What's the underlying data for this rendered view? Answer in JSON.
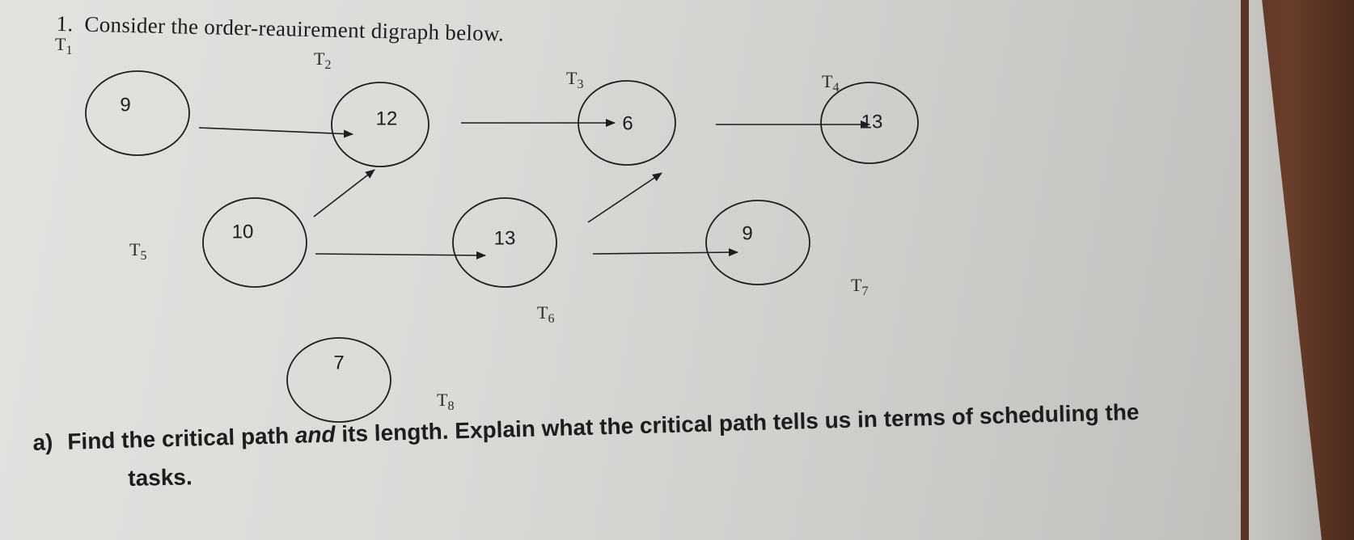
{
  "header": {
    "number": "1.",
    "text": "Consider the order-reauirement digraph below."
  },
  "graph": {
    "nodes": [
      {
        "id": "T1",
        "duration": "9"
      },
      {
        "id": "T2",
        "duration": "12"
      },
      {
        "id": "T3",
        "duration": "6"
      },
      {
        "id": "T4",
        "duration": "13"
      },
      {
        "id": "T5",
        "duration": "10"
      },
      {
        "id": "T6",
        "duration": "13"
      },
      {
        "id": "T7",
        "duration": "9"
      },
      {
        "id": "T8",
        "duration": "7"
      }
    ],
    "labels": {
      "T1": "T1",
      "T2": "T2",
      "T3": "T3",
      "T4": "T4",
      "T5": "T5",
      "T6": "T6",
      "T7": "T7",
      "T8": "T8"
    },
    "edges": [
      {
        "from": "T1",
        "to": "T2"
      },
      {
        "from": "T2",
        "to": "T3"
      },
      {
        "from": "T3",
        "to": "T4"
      },
      {
        "from": "T5",
        "to": "T2"
      },
      {
        "from": "T5",
        "to": "T6"
      },
      {
        "from": "T6",
        "to": "T3"
      },
      {
        "from": "T6",
        "to": "T7"
      }
    ]
  },
  "question": {
    "label": "a)",
    "part1": "Find the critical path ",
    "emphasis": "and",
    "part2": " its length.  Explain what the critical path tells us in terms of scheduling the",
    "continuation": "tasks."
  }
}
